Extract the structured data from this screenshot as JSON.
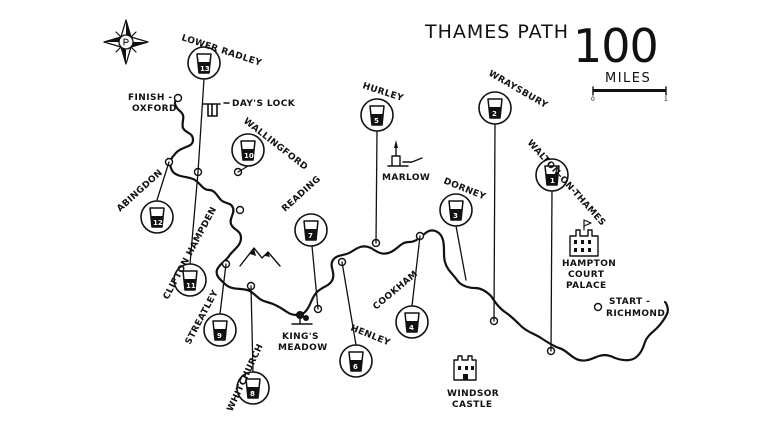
{
  "title": "THAMES PATH",
  "distance_number": "100",
  "distance_unit": "MILES",
  "scale": {
    "start": "0",
    "end": "1"
  },
  "start_label": "START - RICHMOND",
  "finish_label": "FINISH - OXFORD",
  "landmarks": [
    {
      "id": "days-lock",
      "label": "DAY'S LOCK"
    },
    {
      "id": "marlow",
      "label": "MARLOW"
    },
    {
      "id": "kings-meadow",
      "label": "KING'S MEADOW"
    },
    {
      "id": "windsor-castle",
      "label": "WINDSOR CASTLE"
    },
    {
      "id": "hampton-court",
      "label": "HAMPTON COURT PALACE"
    }
  ],
  "stops": [
    {
      "name": "LOWER RADLEY",
      "number": "13"
    },
    {
      "name": "WALLINGFORD",
      "number": "10"
    },
    {
      "name": "ABINGDON",
      "number": "12"
    },
    {
      "name": "CLIFTON HAMPDEN",
      "number": "11"
    },
    {
      "name": "STREATLEY",
      "number": "9"
    },
    {
      "name": "WHITCHURCH",
      "number": "8"
    },
    {
      "name": "READING",
      "number": "7"
    },
    {
      "name": "HENLEY",
      "number": "6"
    },
    {
      "name": "HURLEY",
      "number": "5"
    },
    {
      "name": "COOKHAM",
      "number": "4"
    },
    {
      "name": "DORNEY",
      "number": "3"
    },
    {
      "name": "WRAYSBURY",
      "number": "2"
    },
    {
      "name": "WALTON-ON-THAMES",
      "number": "1"
    }
  ]
}
